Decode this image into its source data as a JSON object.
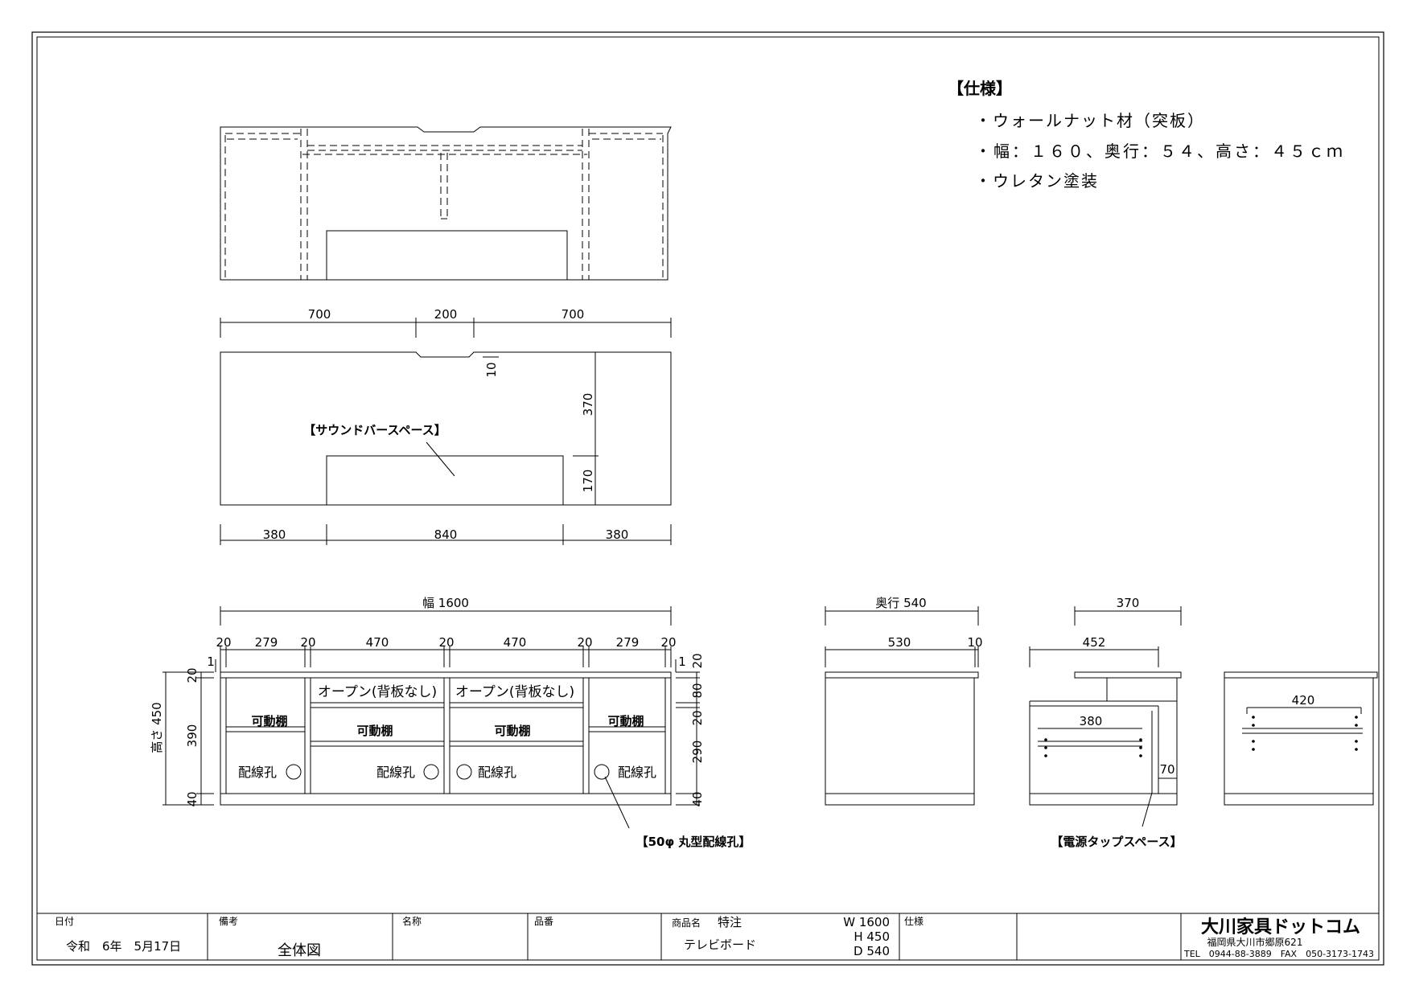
{
  "spec": {
    "heading": "【仕様】",
    "items": [
      "・ウォールナット材（突板）",
      "・幅：１６０、奥行：５４、高さ：４５ｃｍ",
      "・ウレタン塗装"
    ]
  },
  "top_view": {
    "top_dims": [
      "700",
      "200",
      "700"
    ],
    "bottom_dims": [
      "380",
      "840",
      "380"
    ],
    "notch_depth": "10",
    "right_dims": [
      "370",
      "170"
    ],
    "soundbar_label": "【サウンドバースペース】"
  },
  "front_view": {
    "overall_width": "幅 1600",
    "segments": [
      "20",
      "279",
      "20",
      "470",
      "20",
      "470",
      "20",
      "279",
      "20"
    ],
    "gap": "1",
    "height_label": "高さ 450",
    "left_dims": [
      "20",
      "390",
      "40"
    ],
    "right_dims": [
      "20",
      "80",
      "20",
      "290",
      "40"
    ],
    "open_label": "オープン(背板なし)",
    "movable_shelf": "可動棚",
    "cable_hole": "配線孔",
    "cable_hole_callout": "【50φ 丸型配線孔】"
  },
  "side_view": {
    "depth_label": "奥行 540",
    "dims": [
      "530",
      "10"
    ]
  },
  "section_view": {
    "top_dim": "370",
    "upper_dim": "452",
    "shelf_dim": "380",
    "small_dim": "70",
    "callout": "【電源タップスペース】"
  },
  "back_view": {
    "shelf_dim": "420"
  },
  "title_block": {
    "date_label": "日付",
    "date_value": "令和　6年　5月17日",
    "remarks_label": "備考",
    "remarks_value": "全体図",
    "name_label": "名称",
    "part_label": "品番",
    "product_label": "商品名",
    "product_tag": "特注",
    "product_value": "テレビボード",
    "size_w": "W 1600",
    "size_h": "H 450",
    "size_d": "D 540",
    "spec_label": "仕様",
    "company_name": "大川家具ドットコム",
    "company_address": "福岡県大川市郷原621",
    "company_tel": "TEL　0944-88-3889　FAX　050-3173-1743"
  }
}
